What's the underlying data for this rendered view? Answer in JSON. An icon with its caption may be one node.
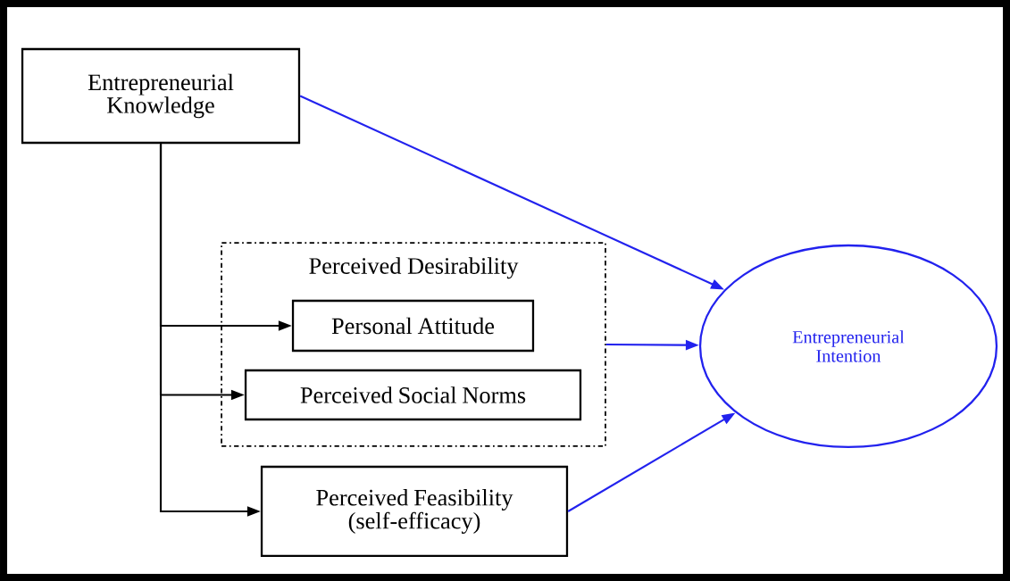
{
  "diagram": {
    "nodes": [
      {
        "text": [
          "Entrepreneurial Knowledge"
        ]
      },
      {
        "text": [
          "Perceived Desirability"
        ]
      },
      {
        "text": [
          "Personal Attitude"
        ],
        "in": 1
      },
      {
        "text": [
          "Perceived Social Norms"
        ],
        "in": 1
      },
      {
        "text": [
          "Perceived Feasibility (self-efficacy)"
        ]
      },
      {
        "text": [
          "Entrepreneurial Intention"
        ]
      }
    ],
    "edges": [
      {
        "from": 0,
        "to": 5,
        "arrow": "to",
        "color": "#2222ee"
      },
      {
        "from": 0,
        "to": 2,
        "arrow": "to",
        "color": "#000000"
      },
      {
        "from": 0,
        "to": 3,
        "arrow": "to",
        "color": "#000000"
      },
      {
        "from": 0,
        "to": 4,
        "arrow": "to",
        "color": "#000000"
      },
      {
        "from": 1,
        "to": 5,
        "arrow": "to",
        "color": "#2222ee"
      },
      {
        "from": 4,
        "to": 5,
        "arrow": "to",
        "color": "#2222ee"
      }
    ]
  }
}
